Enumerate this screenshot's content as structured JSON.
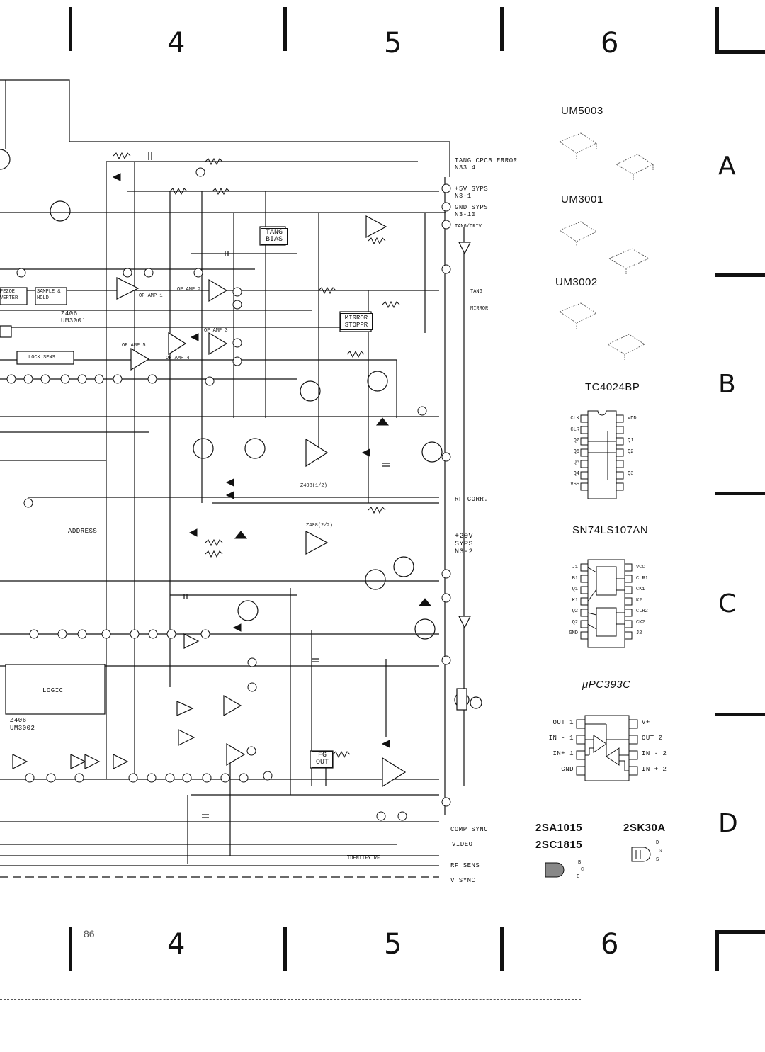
{
  "grid": {
    "columns_top": [
      "4",
      "5",
      "6"
    ],
    "columns_bottom": [
      "4",
      "5",
      "6"
    ],
    "rows": [
      "A",
      "B",
      "C",
      "D"
    ],
    "page_number": "86"
  },
  "components": {
    "packages": [
      {
        "label": "UM5003"
      },
      {
        "label": "UM3001"
      },
      {
        "label": "UM3002"
      },
      {
        "label": "TC4024BP"
      },
      {
        "label": "SN74LS107AN"
      },
      {
        "label": "μPC393C"
      }
    ],
    "tc4024bp_pins": {
      "left": [
        "CLK",
        "CLR",
        "Q7",
        "Q6",
        "Q5",
        "Q4",
        "VSS"
      ],
      "right": [
        "VDD",
        "",
        "Q1",
        "Q2",
        "",
        "Q3",
        ""
      ]
    },
    "sn74_pins": {
      "left": [
        "J1",
        "B1",
        "Q1",
        "K1",
        "Q2",
        "Q2",
        "GND"
      ],
      "right": [
        "VCC",
        "CLR1",
        "CK1",
        "K2",
        "CLR2",
        "CK2",
        "J2"
      ]
    },
    "upc393c_pins": {
      "left": [
        "OUT 1",
        "IN - 1",
        "IN+ 1",
        "GND"
      ],
      "right": [
        "V+",
        "OUT 2",
        "IN - 2",
        "IN + 2"
      ]
    },
    "transistors": {
      "bipolar_a": "2SA1015",
      "bipolar_b": "2SC1815",
      "bipolar_pins": [
        "B",
        "C",
        "E"
      ],
      "fet": "2SK30A",
      "fet_pins": [
        "D",
        "G",
        "S"
      ]
    }
  },
  "schematic": {
    "connectors": [
      {
        "label": "TANG CPCB ERROR N33 4"
      },
      {
        "label": "+5V SYPS N3-1"
      },
      {
        "label": "GND SYPS N3-10"
      },
      {
        "label": "TANG/DRIV"
      },
      {
        "label": "TANG"
      },
      {
        "label": "MIRROR"
      },
      {
        "label": "RF CORR."
      },
      {
        "label": "+20V SYPS N3-2"
      },
      {
        "label": "COMP SYNC"
      },
      {
        "label": "VIDEO"
      },
      {
        "label": "RF SENS"
      },
      {
        "label": "V SYNC"
      },
      {
        "label": "ADDRESS"
      },
      {
        "label": "IDENTIFY RF"
      }
    ],
    "blocks": [
      {
        "label": "TANG BIAS"
      },
      {
        "label": "MIRROR STOPPR"
      },
      {
        "label": "FG OUT"
      },
      {
        "label": "LOGIC"
      },
      {
        "label": "LOCK SENS"
      },
      {
        "label": "SAMPLE & HOLD"
      },
      {
        "label": "PEZOE VERTER"
      }
    ],
    "ic_labels": [
      {
        "label": "Z406 UM3001"
      },
      {
        "label": "Z406 UM3002"
      },
      {
        "label": "Z408(1/2)"
      },
      {
        "label": "Z408(2/2)"
      }
    ],
    "opamps": [
      "OP AMP 1",
      "OP AMP 2",
      "OP AMP 3",
      "OP AMP 4",
      "OP AMP 5"
    ]
  }
}
